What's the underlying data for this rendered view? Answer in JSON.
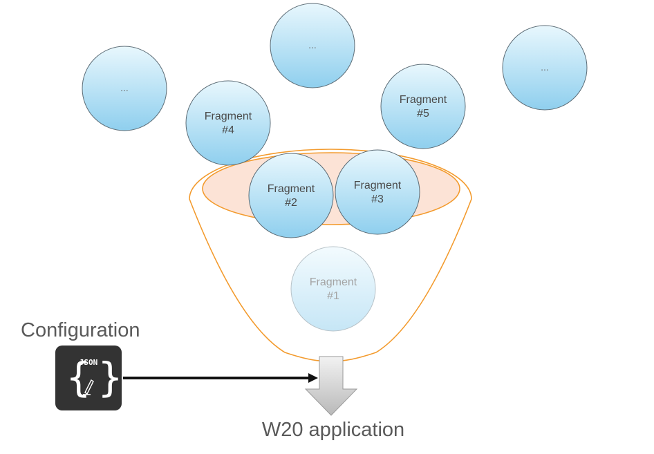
{
  "fragments": [
    {
      "id": "dots-left",
      "lines": [
        "..."
      ]
    },
    {
      "id": "dots-top",
      "lines": [
        "..."
      ]
    },
    {
      "id": "dots-right",
      "lines": [
        "..."
      ]
    },
    {
      "id": "fragment-4",
      "lines": [
        "Fragment",
        "#4"
      ]
    },
    {
      "id": "fragment-5",
      "lines": [
        "Fragment",
        "#5"
      ]
    },
    {
      "id": "fragment-2",
      "lines": [
        "Fragment",
        "#2"
      ]
    },
    {
      "id": "fragment-3",
      "lines": [
        "Fragment",
        "#3"
      ]
    },
    {
      "id": "fragment-1",
      "lines": [
        "Fragment",
        "#1"
      ]
    }
  ],
  "configuration": {
    "label": "Configuration",
    "icon_text": "JSON",
    "icon": "json-file-icon"
  },
  "output": {
    "label": "W20 application",
    "icon": "down-arrow-icon"
  },
  "colors": {
    "circle_light": "#e6f6fd",
    "circle_dark": "#8fd0ee",
    "circle_stroke": "#5b6b75",
    "funnel_stroke": "#f39b2e",
    "funnel_fill": "#fce3d6",
    "json_bg": "#333333",
    "arrow": "#111111",
    "down_arrow": "#c8c8c8"
  }
}
